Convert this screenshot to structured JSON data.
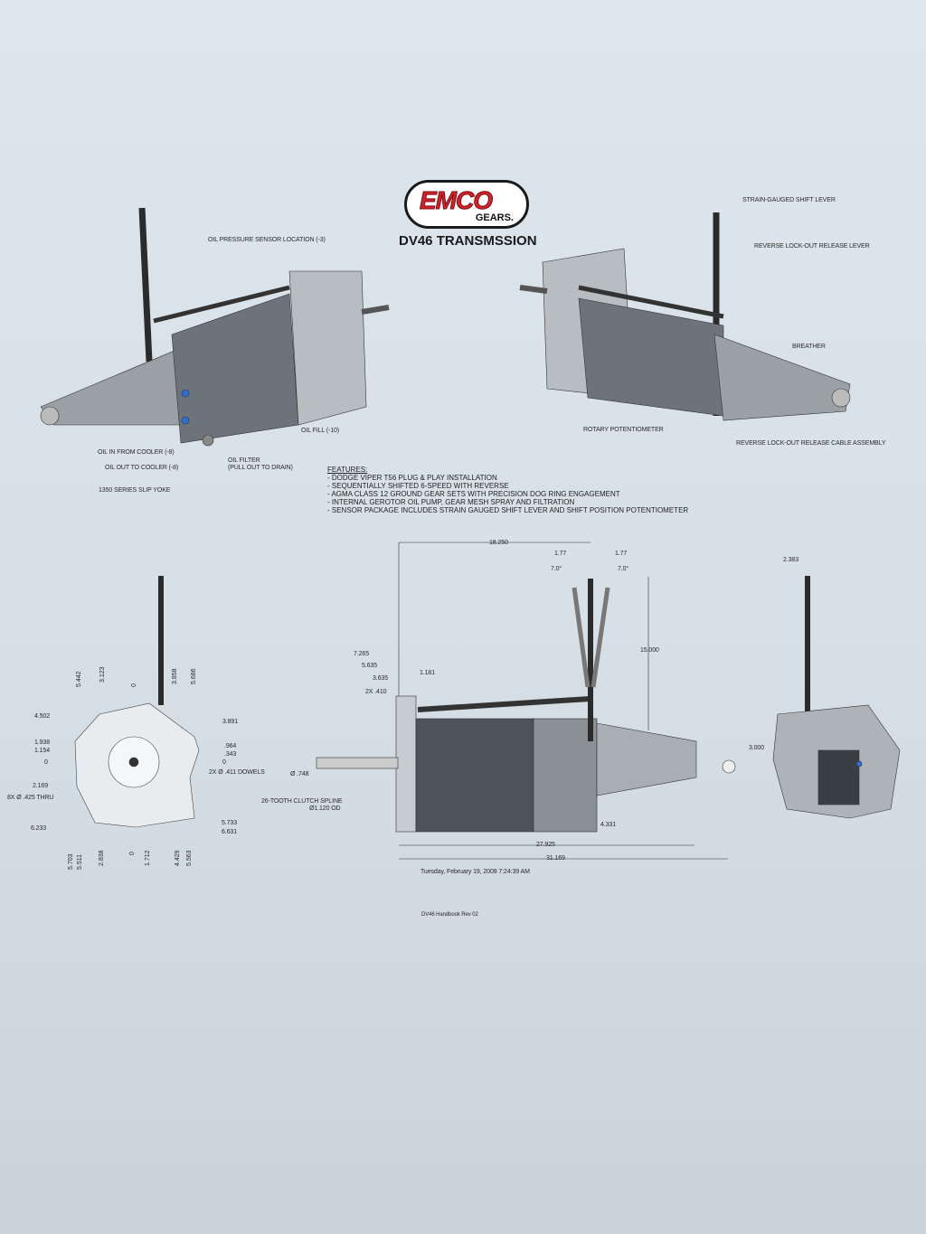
{
  "logo": {
    "brand": "EMCO",
    "sub": "GEARS.",
    "color": "#d8202a"
  },
  "title": "DV46 TRANSMSSION",
  "callouts_left": {
    "oil_pressure": "OIL PRESSURE SENSOR LOCATION (-3)",
    "oil_fill": "OIL FILL (-10)",
    "oil_in": "OIL IN FROM COOLER (-8)",
    "oil_out": "OIL OUT TO COOLER (-8)",
    "oil_filter": "OIL FILTER",
    "oil_filter_note": "(PULL OUT TO DRAIN)",
    "slip_yoke": "1350 SERIES SLIP YOKE"
  },
  "callouts_right": {
    "shift_lever": "STRAIN-GAUGED SHIFT LEVER",
    "lockout_lever": "REVERSE LOCK-OUT RELEASE LEVER",
    "breather": "BREATHER",
    "potentiometer": "ROTARY POTENTIOMETER",
    "lockout_cable": "REVERSE LOCK-OUT RELEASE CABLE ASSEMBLY"
  },
  "features": {
    "heading": "FEATURES:",
    "items": [
      "- DODGE VIPER T56 PLUG & PLAY INSTALLATION",
      "- SEQUENTIALLY SHIFTED 6-SPEED WITH REVERSE",
      "- AGMA CLASS 12 GROUND GEAR SETS WITH PRECISION DOG RING ENGAGEMENT",
      "- INTERNAL GEROTOR OIL PUMP, GEAR MESH SPRAY AND FILTRATION",
      "- SENSOR PACKAGE INCLUDES STRAIN GAUGED SHIFT LEVER AND SHIFT POSITION POTENTIOMETER"
    ]
  },
  "front_view": {
    "top": [
      "5.442",
      "3.123",
      "0",
      "3.858",
      "5.686"
    ],
    "left": [
      "4.502",
      "1.938",
      "1.154",
      "0",
      "2.169",
      "6.233"
    ],
    "right": [
      "3.891",
      ".964",
      ".343",
      "0",
      "5.733",
      "6.631"
    ],
    "bottom": [
      "5.703",
      "5.511",
      "2.838",
      "0",
      "1.712",
      "4.429",
      "5.563"
    ],
    "thru": "8X Ø .425 THRU",
    "dowels": "2X Ø .411 DOWELS"
  },
  "side_view": {
    "d18250": "18.250",
    "d177a": "1.77",
    "d177b": "1.77",
    "a7a": "7.0°",
    "a7b": "7.0°",
    "d15000": "15.000",
    "d7265": "7.265",
    "d5635": "5.635",
    "d3635": "3.635",
    "d1181": "1.181",
    "d410": "2X .410",
    "d748": "Ø .748",
    "spline1": "26-TOOTH CLUTCH SPLINE",
    "spline2": "Ø1.120 OD",
    "d3000": "3.000",
    "d4331": "4.331",
    "d27925": "27.925",
    "d31169": "31.169"
  },
  "rear_view": {
    "d2383": "2.383"
  },
  "timestamp": "Tuesday, February 19, 2008 7:24:39 AM",
  "footer": "DV46 Handbook Rev 02"
}
